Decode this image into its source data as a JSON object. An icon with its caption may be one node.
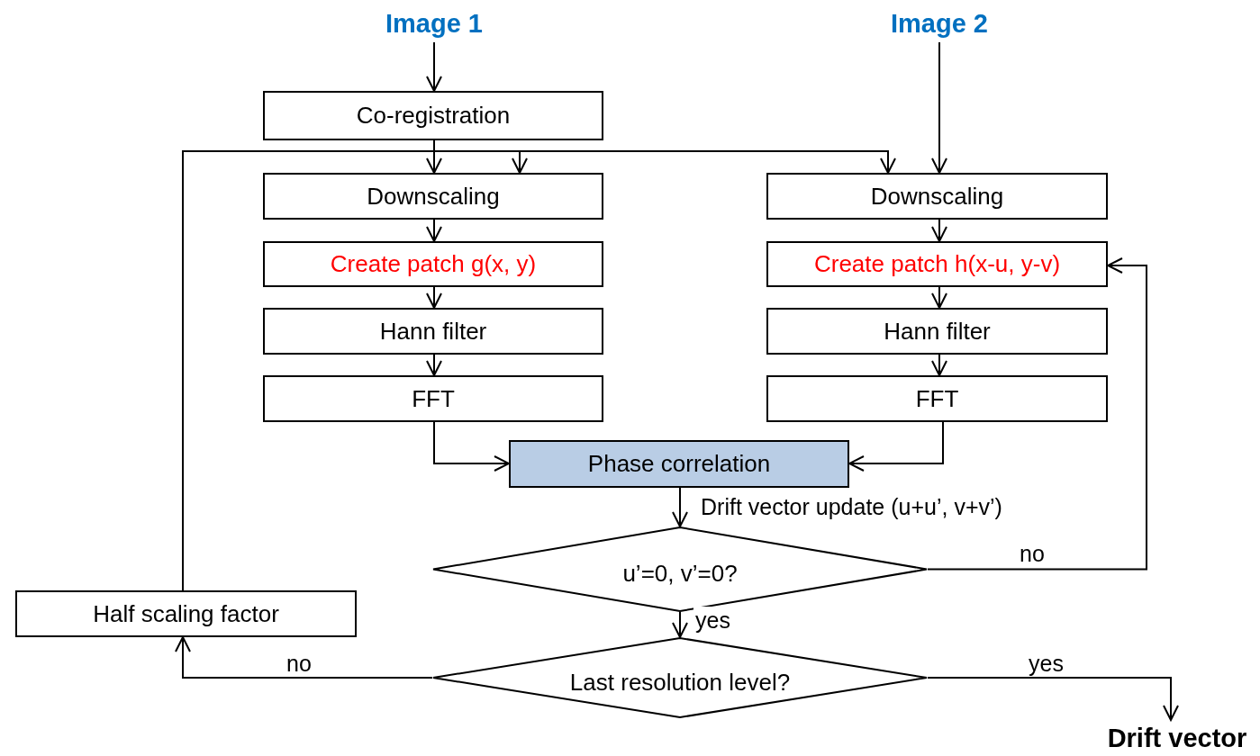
{
  "diagram": {
    "nodes": [
      {
        "text": [
          "Image 1"
        ]
      },
      {
        "text": [
          "Image 2"
        ]
      },
      {
        "text": [
          "Co-registration"
        ]
      },
      {
        "text": [
          "Downscaling"
        ]
      },
      {
        "text": [
          "Create patch g(x, y)"
        ]
      },
      {
        "text": [
          "Hann filter"
        ]
      },
      {
        "text": [
          "FFT"
        ]
      },
      {
        "text": [
          "Downscaling"
        ]
      },
      {
        "text": [
          "Create patch h(x-u, y-v)"
        ]
      },
      {
        "text": [
          "Hann filter"
        ]
      },
      {
        "text": [
          "FFT"
        ]
      },
      {
        "text": [
          "Phase correlation"
        ]
      },
      {
        "text": [
          "u’=0, v’=0?"
        ]
      },
      {
        "text": [
          "Last resolution level?"
        ]
      },
      {
        "text": [
          "Half scaling factor"
        ]
      },
      {
        "text": [
          "Drift vector"
        ]
      }
    ],
    "edges": [
      {
        "from": 0,
        "to": 2,
        "arrow": "to"
      },
      {
        "from": 2,
        "to": 3,
        "arrow": "to"
      },
      {
        "from": 3,
        "to": 4,
        "arrow": "to"
      },
      {
        "from": 4,
        "to": 5,
        "arrow": "to"
      },
      {
        "from": 5,
        "to": 6,
        "arrow": "to"
      },
      {
        "from": 1,
        "to": 7,
        "arrow": "to"
      },
      {
        "from": 7,
        "to": 8,
        "arrow": "to"
      },
      {
        "from": 8,
        "to": 9,
        "arrow": "to"
      },
      {
        "from": 9,
        "to": 10,
        "arrow": "to"
      },
      {
        "from": 6,
        "to": 11,
        "arrow": "to"
      },
      {
        "from": 10,
        "to": 11,
        "arrow": "to"
      },
      {
        "from": 11,
        "to": 12,
        "arrow": "to",
        "label": "Drift vector update (u+u’, v+v’)"
      },
      {
        "from": 12,
        "to": 8,
        "arrow": "to",
        "label": "no"
      },
      {
        "from": 12,
        "to": 13,
        "arrow": "to",
        "label": "yes"
      },
      {
        "from": 13,
        "to": 14,
        "arrow": "to",
        "label": "no"
      },
      {
        "from": 13,
        "to": 15,
        "arrow": "to",
        "label": "yes"
      },
      {
        "from": 14,
        "to": 3,
        "arrow": "to"
      },
      {
        "from": 14,
        "to": 7,
        "arrow": "to"
      }
    ]
  }
}
